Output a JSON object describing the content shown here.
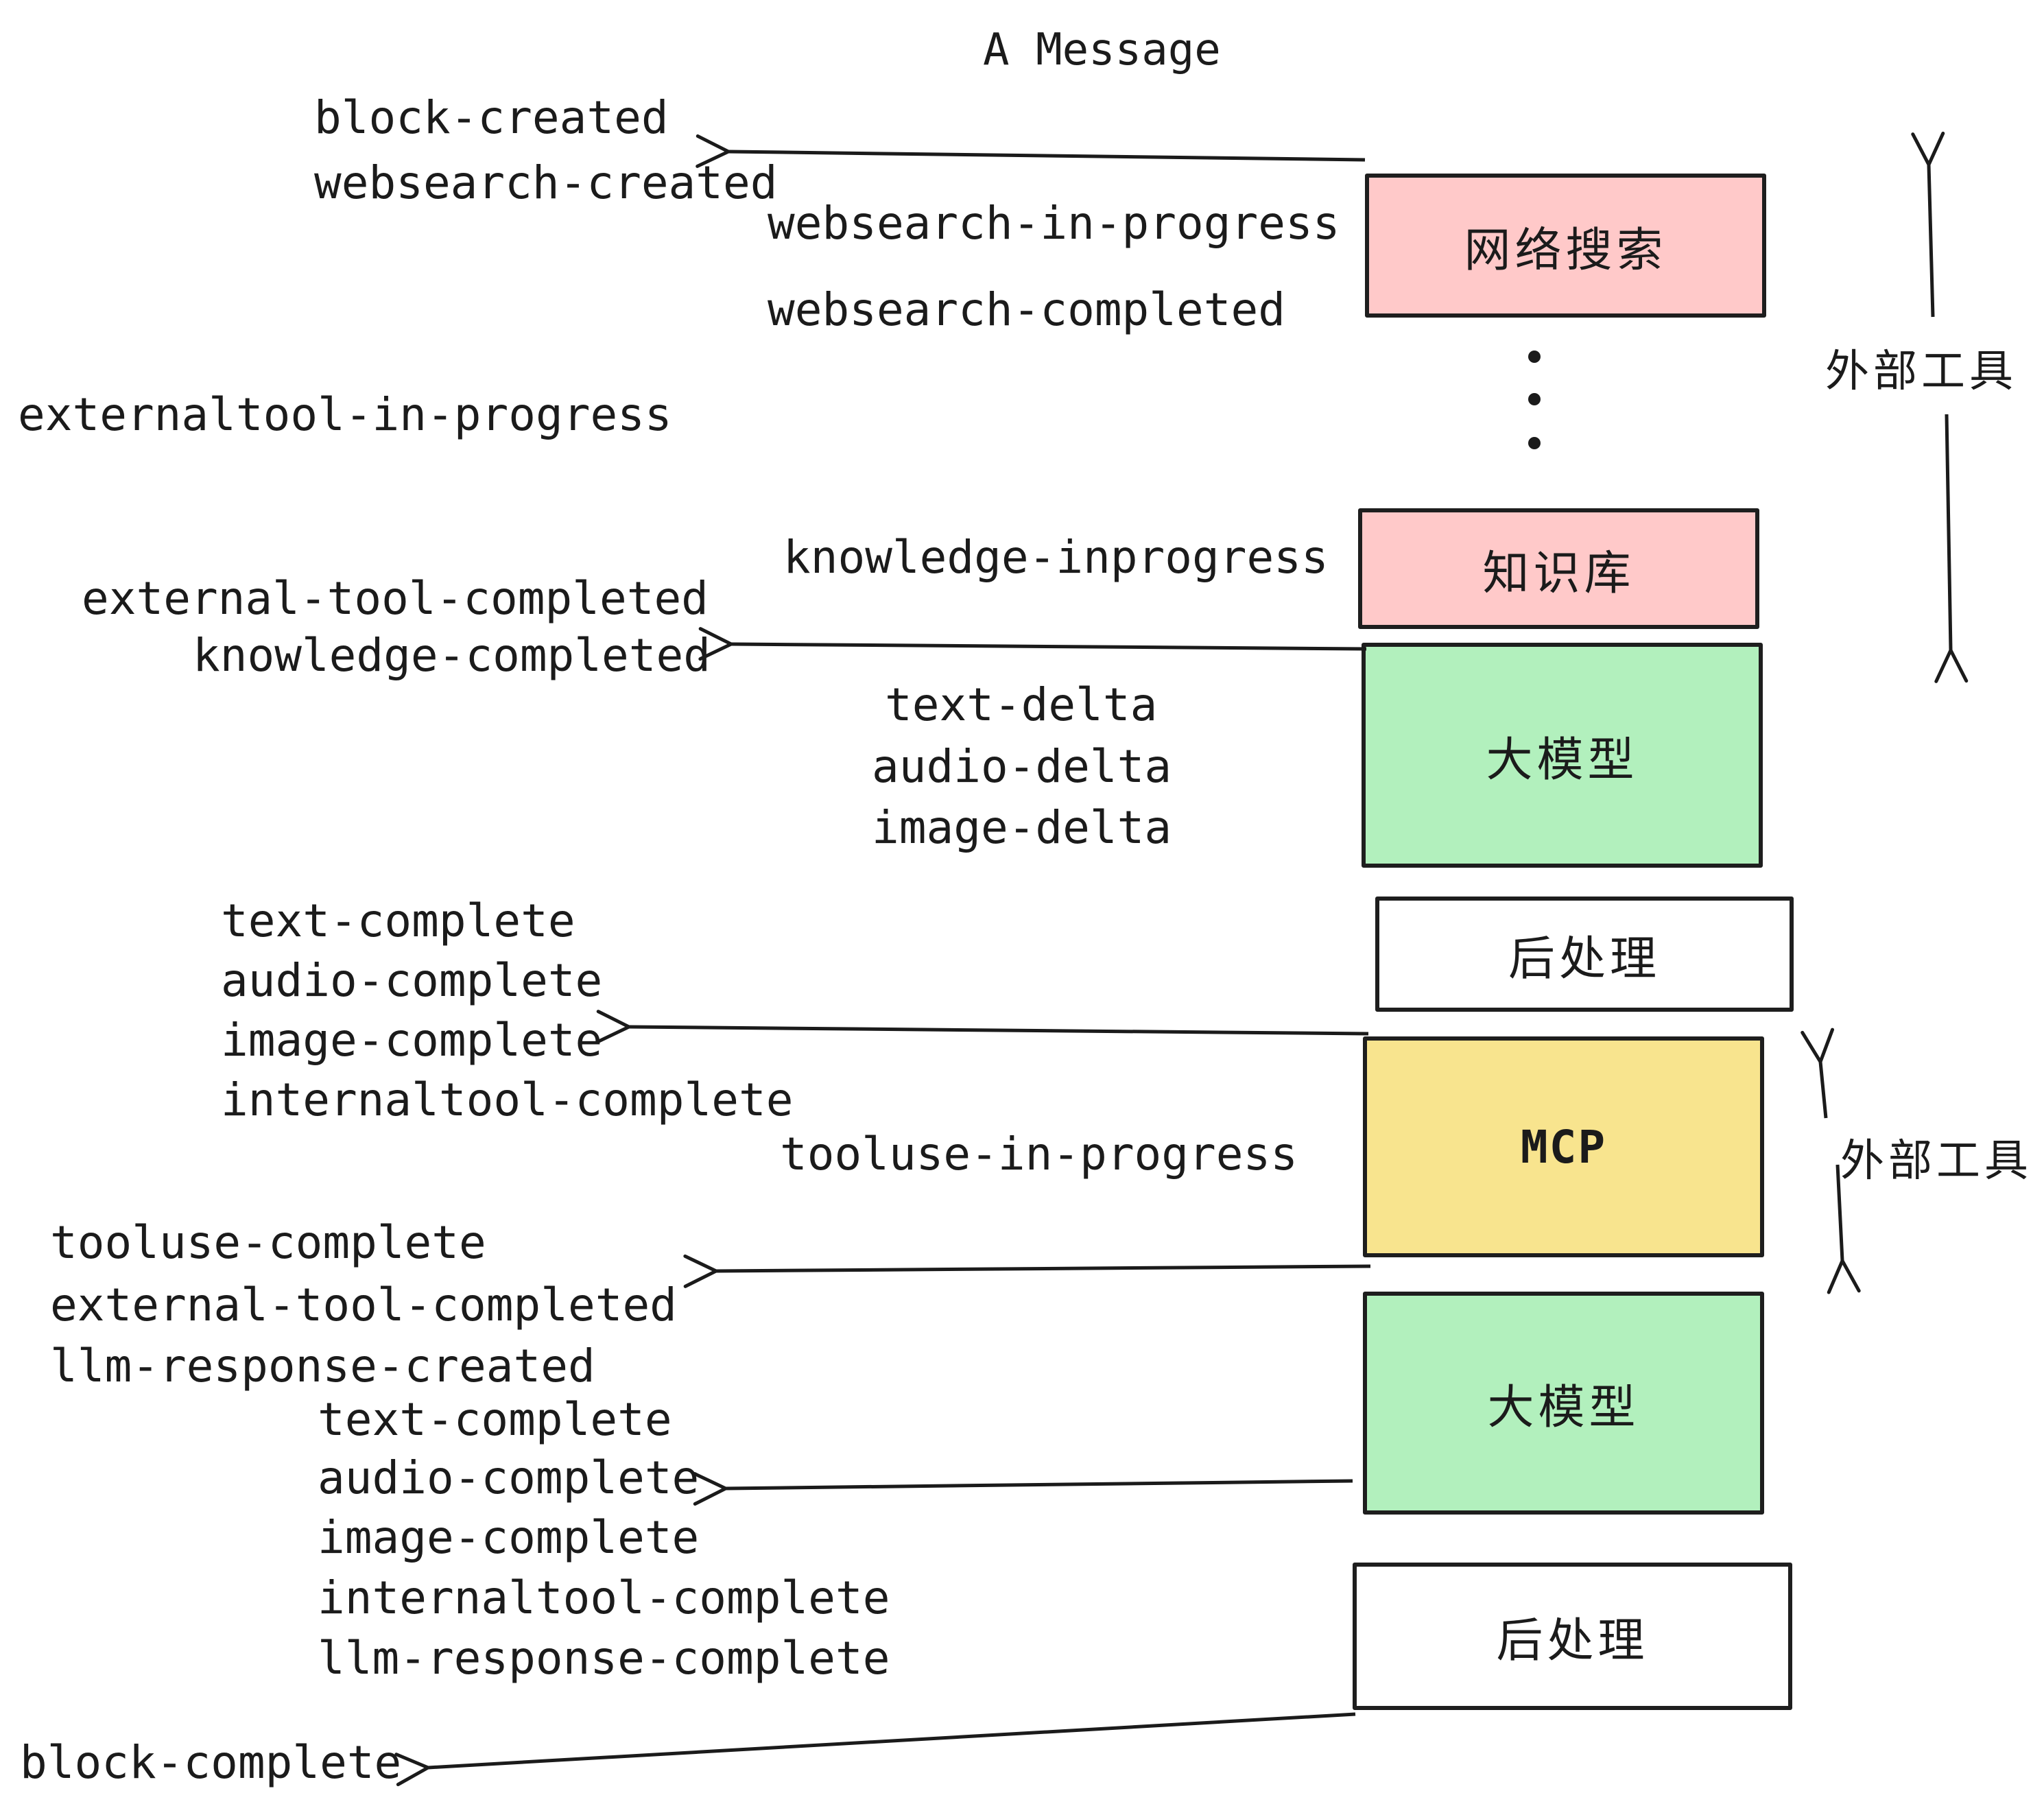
{
  "title": "A Message",
  "events": [
    {
      "id": "block-created",
      "text": "block-created"
    },
    {
      "id": "websearch-created",
      "text": "websearch-created"
    },
    {
      "id": "websearch-in-progress",
      "text": "websearch-in-progress"
    },
    {
      "id": "websearch-completed",
      "text": "websearch-completed"
    },
    {
      "id": "externaltool-in-progress",
      "text": "externaltool-in-progress"
    },
    {
      "id": "knowledge-inprogress",
      "text": "knowledge-inprogress"
    },
    {
      "id": "external-tool-completed",
      "text": "external-tool-completed"
    },
    {
      "id": "knowledge-completed",
      "text": "knowledge-completed"
    },
    {
      "id": "text-delta",
      "text": "text-delta"
    },
    {
      "id": "audio-delta",
      "text": "audio-delta"
    },
    {
      "id": "image-delta",
      "text": "image-delta"
    },
    {
      "id": "text-complete",
      "text": "text-complete"
    },
    {
      "id": "audio-complete",
      "text": "audio-complete"
    },
    {
      "id": "image-complete",
      "text": "image-complete"
    },
    {
      "id": "internaltool-complete",
      "text": "internaltool-complete"
    },
    {
      "id": "tooluse-in-progress",
      "text": "tooluse-in-progress"
    },
    {
      "id": "tooluse-complete",
      "text": "tooluse-complete"
    },
    {
      "id": "external-tool-completed-2",
      "text": "external-tool-completed"
    },
    {
      "id": "llm-response-created",
      "text": "llm-response-created"
    },
    {
      "id": "text-complete-2",
      "text": "text-complete"
    },
    {
      "id": "audio-complete-2",
      "text": "audio-complete"
    },
    {
      "id": "image-complete-2",
      "text": "image-complete"
    },
    {
      "id": "internaltool-complete-2",
      "text": "internaltool-complete"
    },
    {
      "id": "llm-response-complete",
      "text": "llm-response-complete"
    },
    {
      "id": "block-complete",
      "text": "block-complete"
    }
  ],
  "boxes": [
    {
      "id": "websearch",
      "label": "网络搜索",
      "color": "#ffc9c9"
    },
    {
      "id": "knowledge",
      "label": "知识库",
      "color": "#ffc9c9"
    },
    {
      "id": "llm-1",
      "label": "大模型",
      "color": "#b2f0bd"
    },
    {
      "id": "post-1",
      "label": "后处理",
      "color": "#ffffff"
    },
    {
      "id": "mcp",
      "label": "MCP",
      "color": "#f8e48e"
    },
    {
      "id": "llm-2",
      "label": "大模型",
      "color": "#b2f0bd"
    },
    {
      "id": "post-2",
      "label": "后处理",
      "color": "#ffffff"
    }
  ],
  "side_labels": [
    {
      "id": "external-tools-top",
      "text": "外部工具"
    },
    {
      "id": "external-tools-mcp",
      "text": "外部工具"
    }
  ],
  "colors": {
    "pink": "#ffc9c9",
    "green": "#b2f0bd",
    "yellow": "#f8e48e",
    "white": "#ffffff",
    "ink": "#1b1b1b"
  }
}
